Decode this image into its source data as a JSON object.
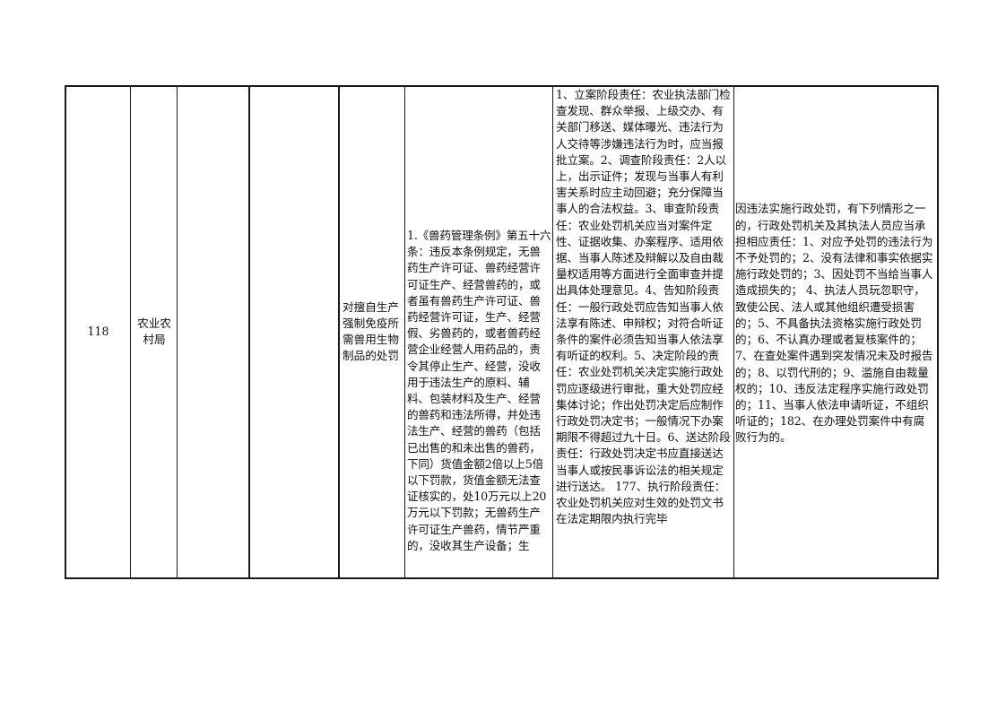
{
  "row": {
    "number": "118",
    "agency": "农业农村局",
    "item_name": "对擅自生产强制免疫所需兽用生物制品的处罚",
    "legal_basis": "1.《兽药管理条例》第五十六条：违反本条例规定，无兽药生产许可证、兽药经营许可证生产、经营兽药的，或者虽有兽药生产许可证、兽药经营许可证，生产、经营假、劣兽药的，或者兽药经营企业经营人用药品的，责令其停止生产、经营，没收用于违法生产的原料、辅料、包装材料及生产、经营的兽药和违法所得，并处违法生产、经营的兽药（包括已出售的和未出售的兽药，下同）货值金额2倍以上5倍以下罚款，货值金额无法查证核实的，处10万元以上20万元以下罚款；无兽药生产许可证生产兽药，情节严重的，没收其生产设备；生",
    "responsibility": "1、立案阶段责任：农业执法部门检查发现、群众举报、上级交办、有关部门移送、媒体曝光、违法行为人交待等涉嫌违法行为时，应当报批立案。2、调查阶段责任：2人以上，出示证件；发现与当事人有利害关系时应主动回避；充分保障当事人的合法权益。3、审查阶段责任：农业处罚机关应当对案件定性、证据收集、办案程序、适用依据、当事人陈述及辩解以及自由裁量权适用等方面进行全面审查并提出具体处理意见。4、告知阶段责任：一般行政处罚应告知当事人依法享有陈述、申辩权；对符合听证条件的案件必须告知当事人依法享有听证的权利。5、决定阶段的责任：农业处罚机关决定实施行政处罚应逐级进行审批，重大处罚应经集体讨论；作出处罚决定后应制作行政处罚决定书；一般情况下办案期限不得超过九十日。6、送达阶段责任：行政处罚决定书应直接送达当事人或按民事诉讼法的相关规定进行送达。 177、执行阶段责任：农业处罚机关应对生效的处罚文书在法定期限内执行完毕",
    "accountability": "因违法实施行政处罚，有下列情形之一的，行政处罚机关及其执法人员应当承担相应责任：1、对应予处罚的违法行为不予处罚的；2、没有法律和事实依据实施行政处罚的；3、因处罚不当给当事人造成损失的； 4、执法人员玩忽职守，致使公民、法人或其他组织遭受损害的；5、不具备执法资格实施行政处罚的；6、不认真办理或者复核案件的；7、在查处案件遇到突发情况未及时报告的；8、以罚代刑的；9、滥施自由裁量权的；10、违反法定程序实施行政处罚的；11、当事人依法申请听证，不组织听证的；182、在办理处罚案件中有腐败行为的。"
  }
}
